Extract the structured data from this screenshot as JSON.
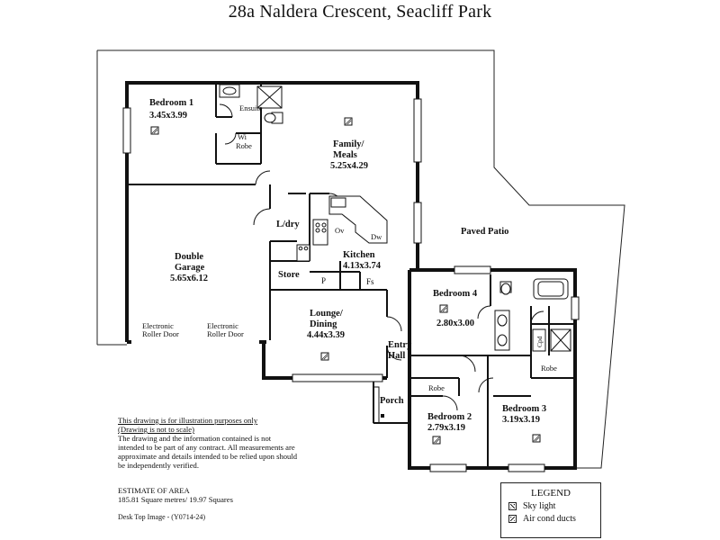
{
  "title": "28a Naldera Crescent, Seacliff Park",
  "rooms": {
    "bedroom1": {
      "name": "Bedroom 1",
      "size": "3.45x3.99"
    },
    "ensuite": {
      "name": "Ensuite"
    },
    "wi_robe_1": "Wi",
    "wi_robe_2": "Robe",
    "family": {
      "name_line1": "Family/",
      "name_line2": "Meals",
      "size": "5.25x4.29"
    },
    "garage": {
      "name_line1": "Double",
      "name_line2": "Garage",
      "size": "5.65x6.12"
    },
    "laundry": {
      "name": "L/dry"
    },
    "kitchen": {
      "name": "Kitchen",
      "size": "4.13x3.74",
      "oven": "Ov",
      "dishwasher": "Dw"
    },
    "store": {
      "name": "Store"
    },
    "pantry": "P",
    "fridge": "Fs",
    "lounge": {
      "name_line1": "Lounge/",
      "name_line2": "Dining",
      "size": "4.44x3.39"
    },
    "entry": {
      "name_line1": "Entry",
      "name_line2": "Hall"
    },
    "porch": {
      "name": "Porch"
    },
    "bedroom4": {
      "name": "Bedroom 4",
      "size": "2.80x3.00"
    },
    "bedroom2": {
      "name": "Bedroom 2",
      "size": "2.79x3.19",
      "robe": "Robe"
    },
    "bedroom3": {
      "name": "Bedroom 3",
      "size": "3.19x3.19",
      "robe": "Robe"
    },
    "cpd": "Cpd",
    "paved_patio": "Paved Patio",
    "roller_door_left_1": "Electronic",
    "roller_door_left_2": "Roller Door",
    "roller_door_right_1": "Electronic",
    "roller_door_right_2": "Roller Door"
  },
  "disclaimer": {
    "line1": "This drawing is for illustration purposes only",
    "line2": "(Drawing is not to scale)",
    "body": "The drawing and the information contained is not intended to be part of any contract.  All measurements are approximate and details intended to be relied upon should be independently verified."
  },
  "area": {
    "heading": "ESTIMATE OF AREA",
    "value": "185.81 Square metres/  19.97 Squares"
  },
  "desk_top": "Desk Top Image - (Y0714-24)",
  "legend": {
    "title": "LEGEND",
    "sky_light": "Sky light",
    "air_cond": "Air cond ducts"
  }
}
